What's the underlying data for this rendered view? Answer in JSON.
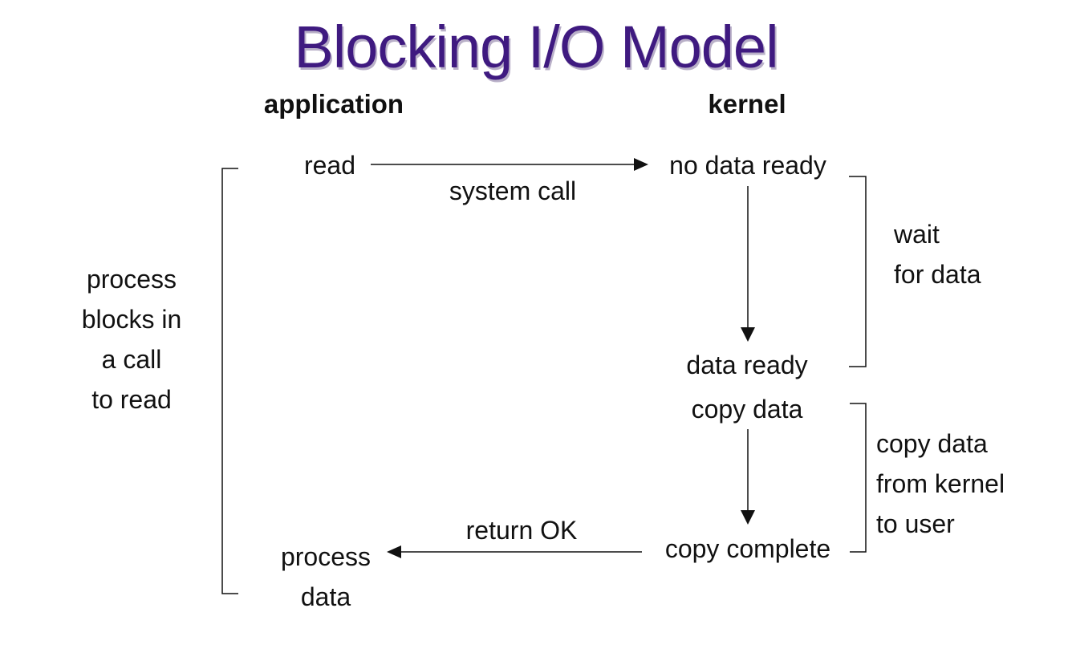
{
  "title": "Blocking I/O Model",
  "columns": {
    "application": "application",
    "kernel": "kernel"
  },
  "application_steps": {
    "read": "read",
    "process_data": [
      "process",
      "data"
    ]
  },
  "kernel_steps": {
    "no_data_ready": "no data ready",
    "data_ready": "data ready",
    "copy_data": "copy data",
    "copy_complete": "copy complete"
  },
  "arrow_labels": {
    "system_call": "system call",
    "return_ok": "return OK"
  },
  "brackets": {
    "process_blocks": [
      "process",
      "blocks in",
      "a call",
      "to read"
    ],
    "wait_for_data": [
      "wait",
      "for data"
    ],
    "copy_from_kernel": [
      "copy data",
      "from kernel",
      "to user"
    ]
  },
  "colors": {
    "title": "#3f1a80",
    "title_shadow": "#b9b0c8",
    "lines": "#111111"
  }
}
